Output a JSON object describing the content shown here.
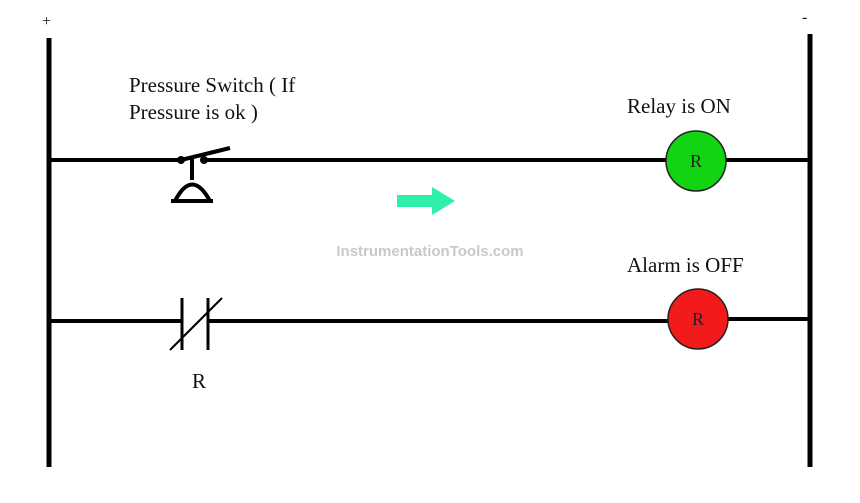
{
  "rails": {
    "positive_label": "+",
    "negative_label": "-"
  },
  "rung1": {
    "switch_label_line1": "Pressure Switch ( If",
    "switch_label_line2": "Pressure is ok )",
    "coil_status_label": "Relay is ON",
    "coil_letter": "R",
    "coil_color": "#12d412"
  },
  "flow_arrow": {
    "color": "#2ef0a8"
  },
  "watermark": "InstrumentationTools.com",
  "rung2": {
    "contact_label": "R",
    "coil_status_label": "Alarm is OFF",
    "coil_letter": "R",
    "coil_color": "#f21a1a"
  }
}
